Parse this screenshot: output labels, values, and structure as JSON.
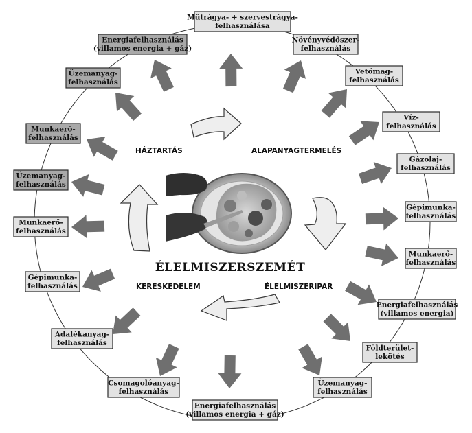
{
  "center_title": "ÉLELMISZERSZEMÉT",
  "stages": [
    {
      "id": "haztartas",
      "label": "HÁZTARTÁS"
    },
    {
      "id": "alapanyag",
      "label": "ALAPANYAGTERMELÉS"
    },
    {
      "id": "elelmiszeripar",
      "label": "ÉLELMISZERIPAR"
    },
    {
      "id": "kereskedelem",
      "label": "KERESKEDELEM"
    }
  ],
  "nodes": [
    {
      "id": "n01",
      "lines": [
        "Műtrágya- + szervestrágya-",
        "felhasználása"
      ],
      "shade": "light"
    },
    {
      "id": "n02",
      "lines": [
        "Növényvédőszer-",
        "felhasználás"
      ],
      "shade": "light"
    },
    {
      "id": "n03",
      "lines": [
        "Vetőmag-",
        "felhasználás"
      ],
      "shade": "light"
    },
    {
      "id": "n04",
      "lines": [
        "Víz-",
        "felhasználás"
      ],
      "shade": "light"
    },
    {
      "id": "n05",
      "lines": [
        "Gázolaj-",
        "felhasználás"
      ],
      "shade": "light"
    },
    {
      "id": "n06",
      "lines": [
        "Gépimunka-",
        "felhasználás"
      ],
      "shade": "light"
    },
    {
      "id": "n07",
      "lines": [
        "Munkaerő-",
        "felhasználás"
      ],
      "shade": "light"
    },
    {
      "id": "n08",
      "lines": [
        "Energiafelhasználás",
        "(villamos energia)"
      ],
      "shade": "light"
    },
    {
      "id": "n09",
      "lines": [
        "Földterület-",
        "lekötés"
      ],
      "shade": "light"
    },
    {
      "id": "n10",
      "lines": [
        "Üzemanyag-",
        "felhasználás"
      ],
      "shade": "light"
    },
    {
      "id": "n11",
      "lines": [
        "Energiafelhasználás",
        "(villamos energia + gáz)"
      ],
      "shade": "light"
    },
    {
      "id": "n12",
      "lines": [
        "Csomagolóanyag-",
        "felhasználás"
      ],
      "shade": "light"
    },
    {
      "id": "n13",
      "lines": [
        "Adalékanyag-",
        "felhasználás"
      ],
      "shade": "light"
    },
    {
      "id": "n14",
      "lines": [
        "Gépimunka-",
        "felhasználás"
      ],
      "shade": "light"
    },
    {
      "id": "n15",
      "lines": [
        "Munkaerő-",
        "felhasználás"
      ],
      "shade": "light"
    },
    {
      "id": "n16",
      "lines": [
        "Üzemanyag-",
        "felhasználás"
      ],
      "shade": "dark"
    },
    {
      "id": "n17",
      "lines": [
        "Munkaerő-",
        "felhasználás"
      ],
      "shade": "dark"
    },
    {
      "id": "n18",
      "lines": [
        "Üzemanyag-",
        "felhasználás"
      ],
      "shade": "dark"
    },
    {
      "id": "n19",
      "lines": [
        "Energiafelhasználás",
        "(villamos energia + gáz)"
      ],
      "shade": "dark"
    }
  ]
}
